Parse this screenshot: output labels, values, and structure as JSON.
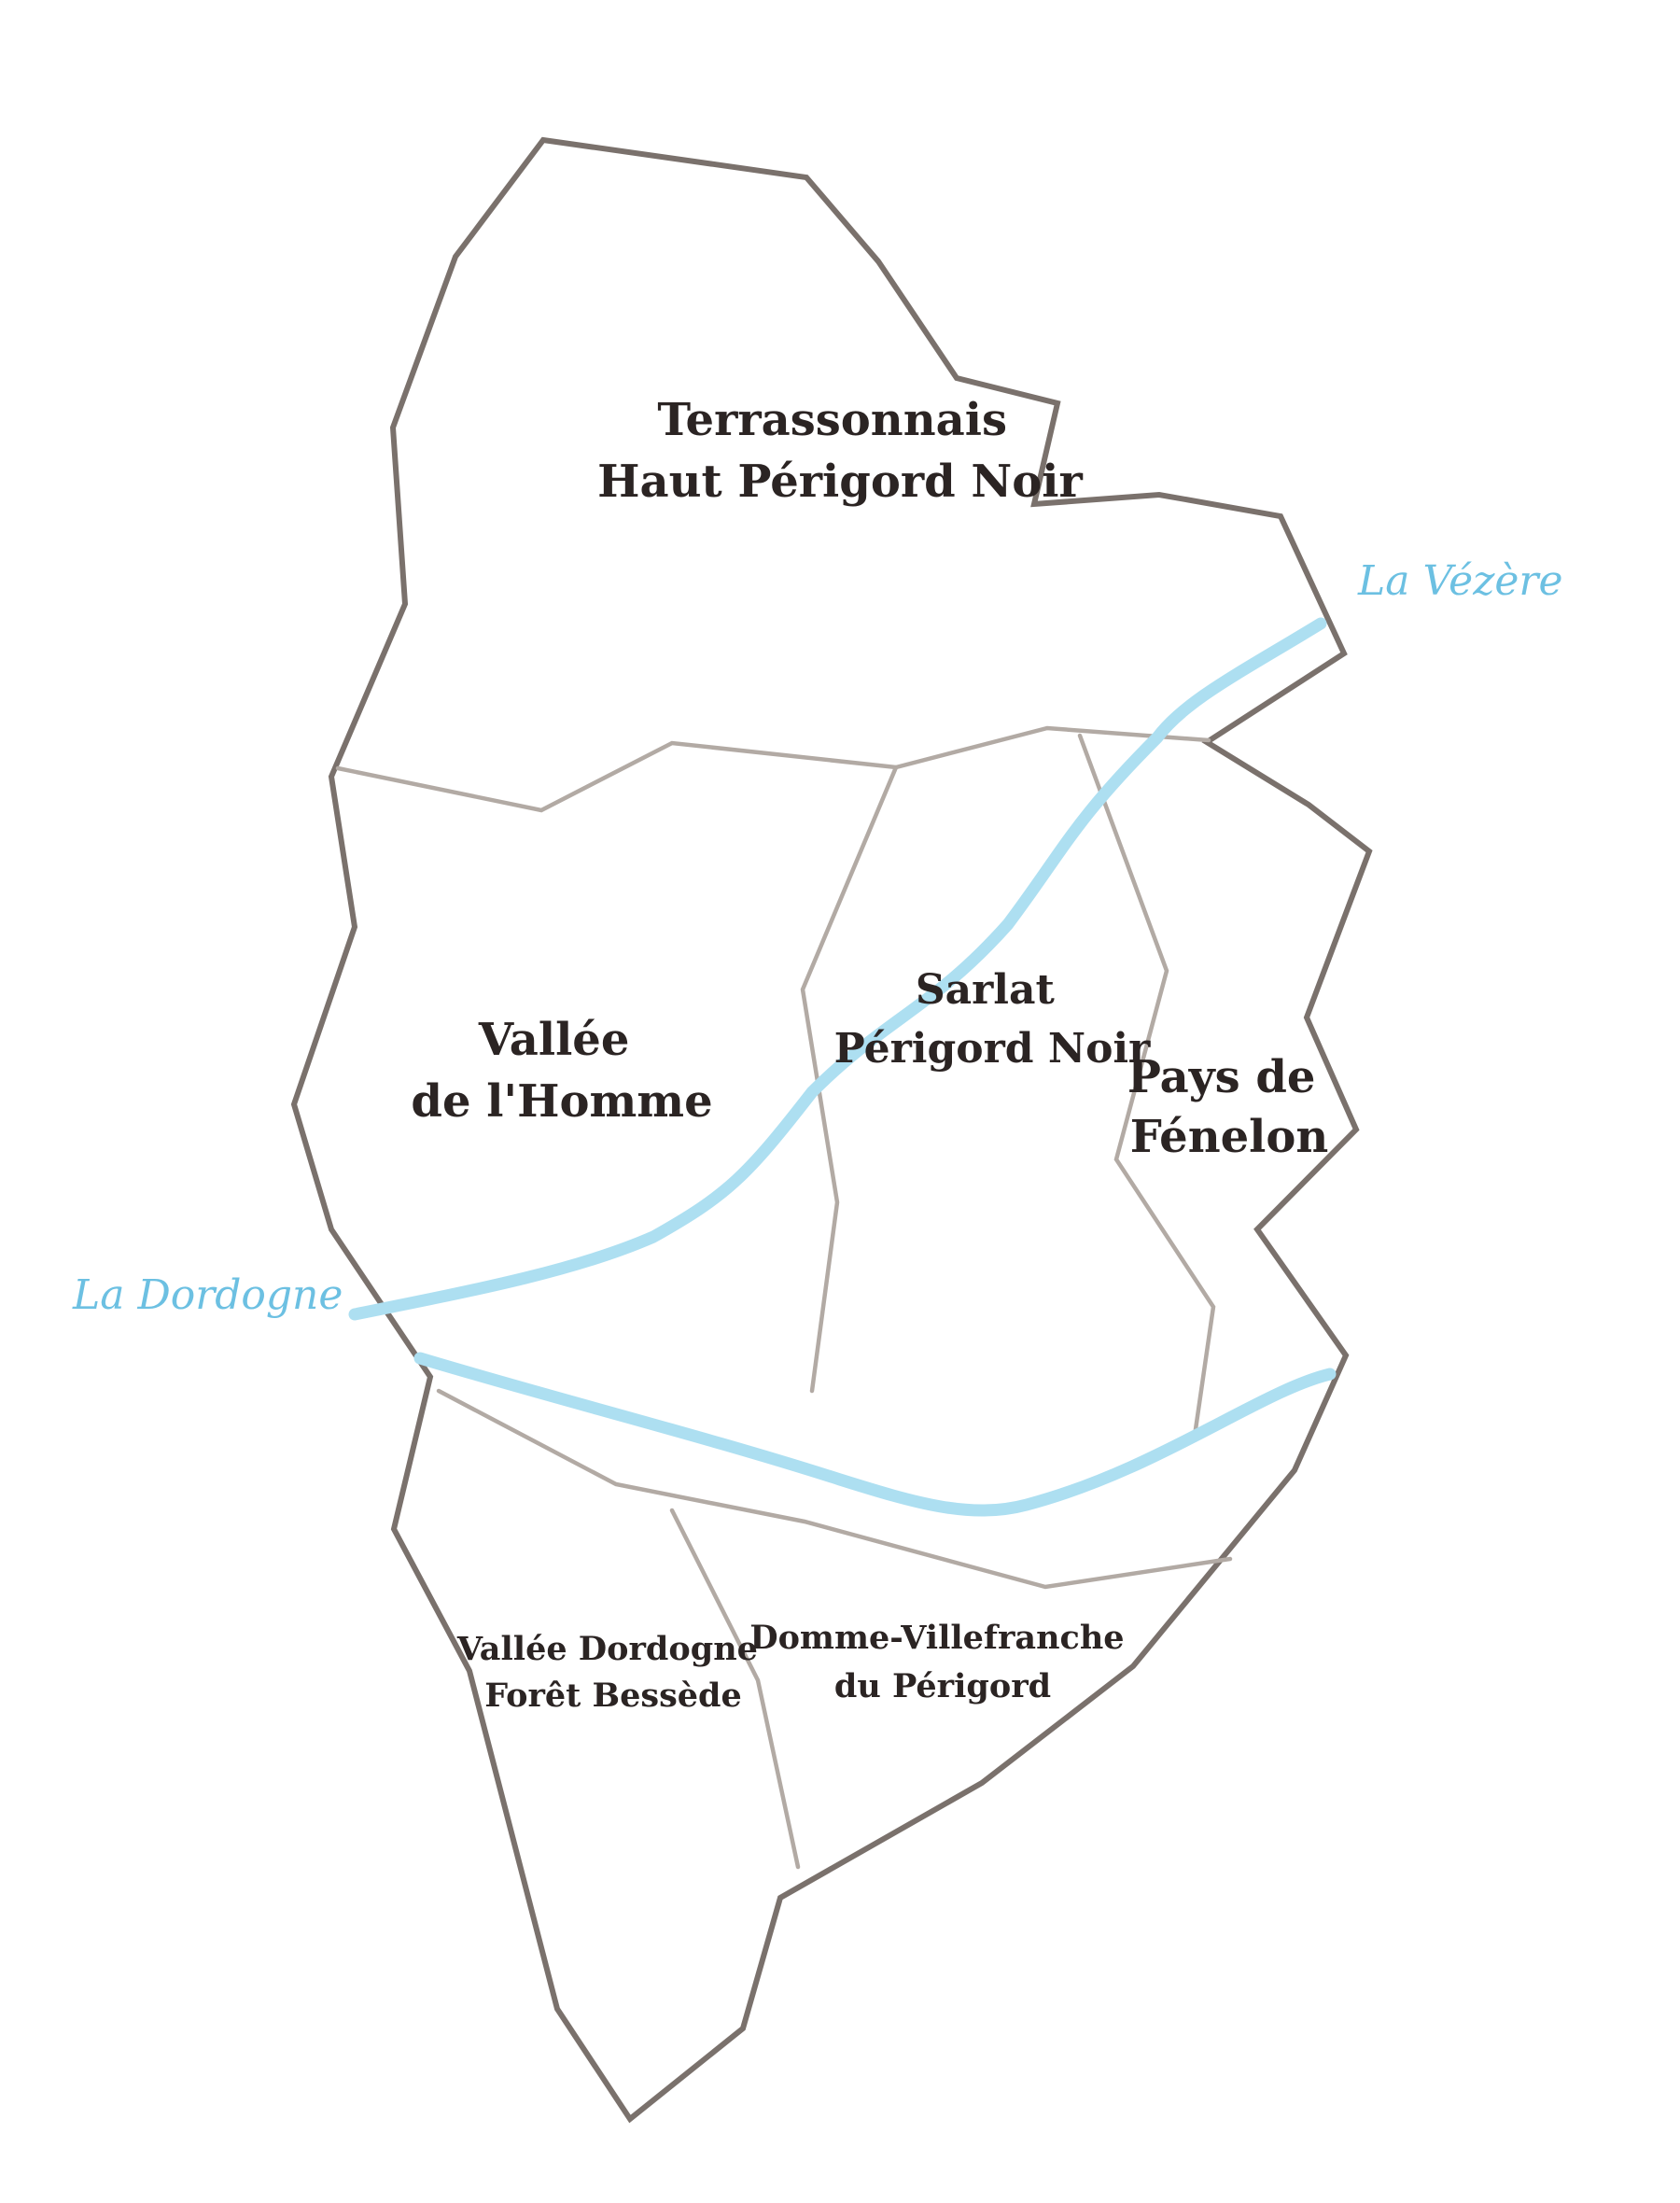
{
  "regions": {
    "terrassonnais": {
      "line1": "Terrassonnais",
      "line2": "Haut Périgord Noir"
    },
    "vallee_homme": {
      "line1": "Vallée",
      "line2": "de l'Homme"
    },
    "sarlat": {
      "line1": "Sarlat",
      "line2": "Périgord Noir"
    },
    "fenelon": {
      "line1": "Pays de",
      "line2": "Fénelon"
    },
    "vallee_dordogne": {
      "line1": "Vallée Dordogne",
      "line2": "Forêt Bessède"
    },
    "domme": {
      "line1": "Domme-Villefranche",
      "line2": "du Périgord"
    }
  },
  "rivers": {
    "vezere": "La Vézère",
    "dordogne": "La Dordogne"
  },
  "colors": {
    "outer_border": "#7a716c",
    "inner_border": "#b2aaa4",
    "river": "#addff1",
    "river_label": "#6cc0e2",
    "region_label": "#2b2423"
  }
}
